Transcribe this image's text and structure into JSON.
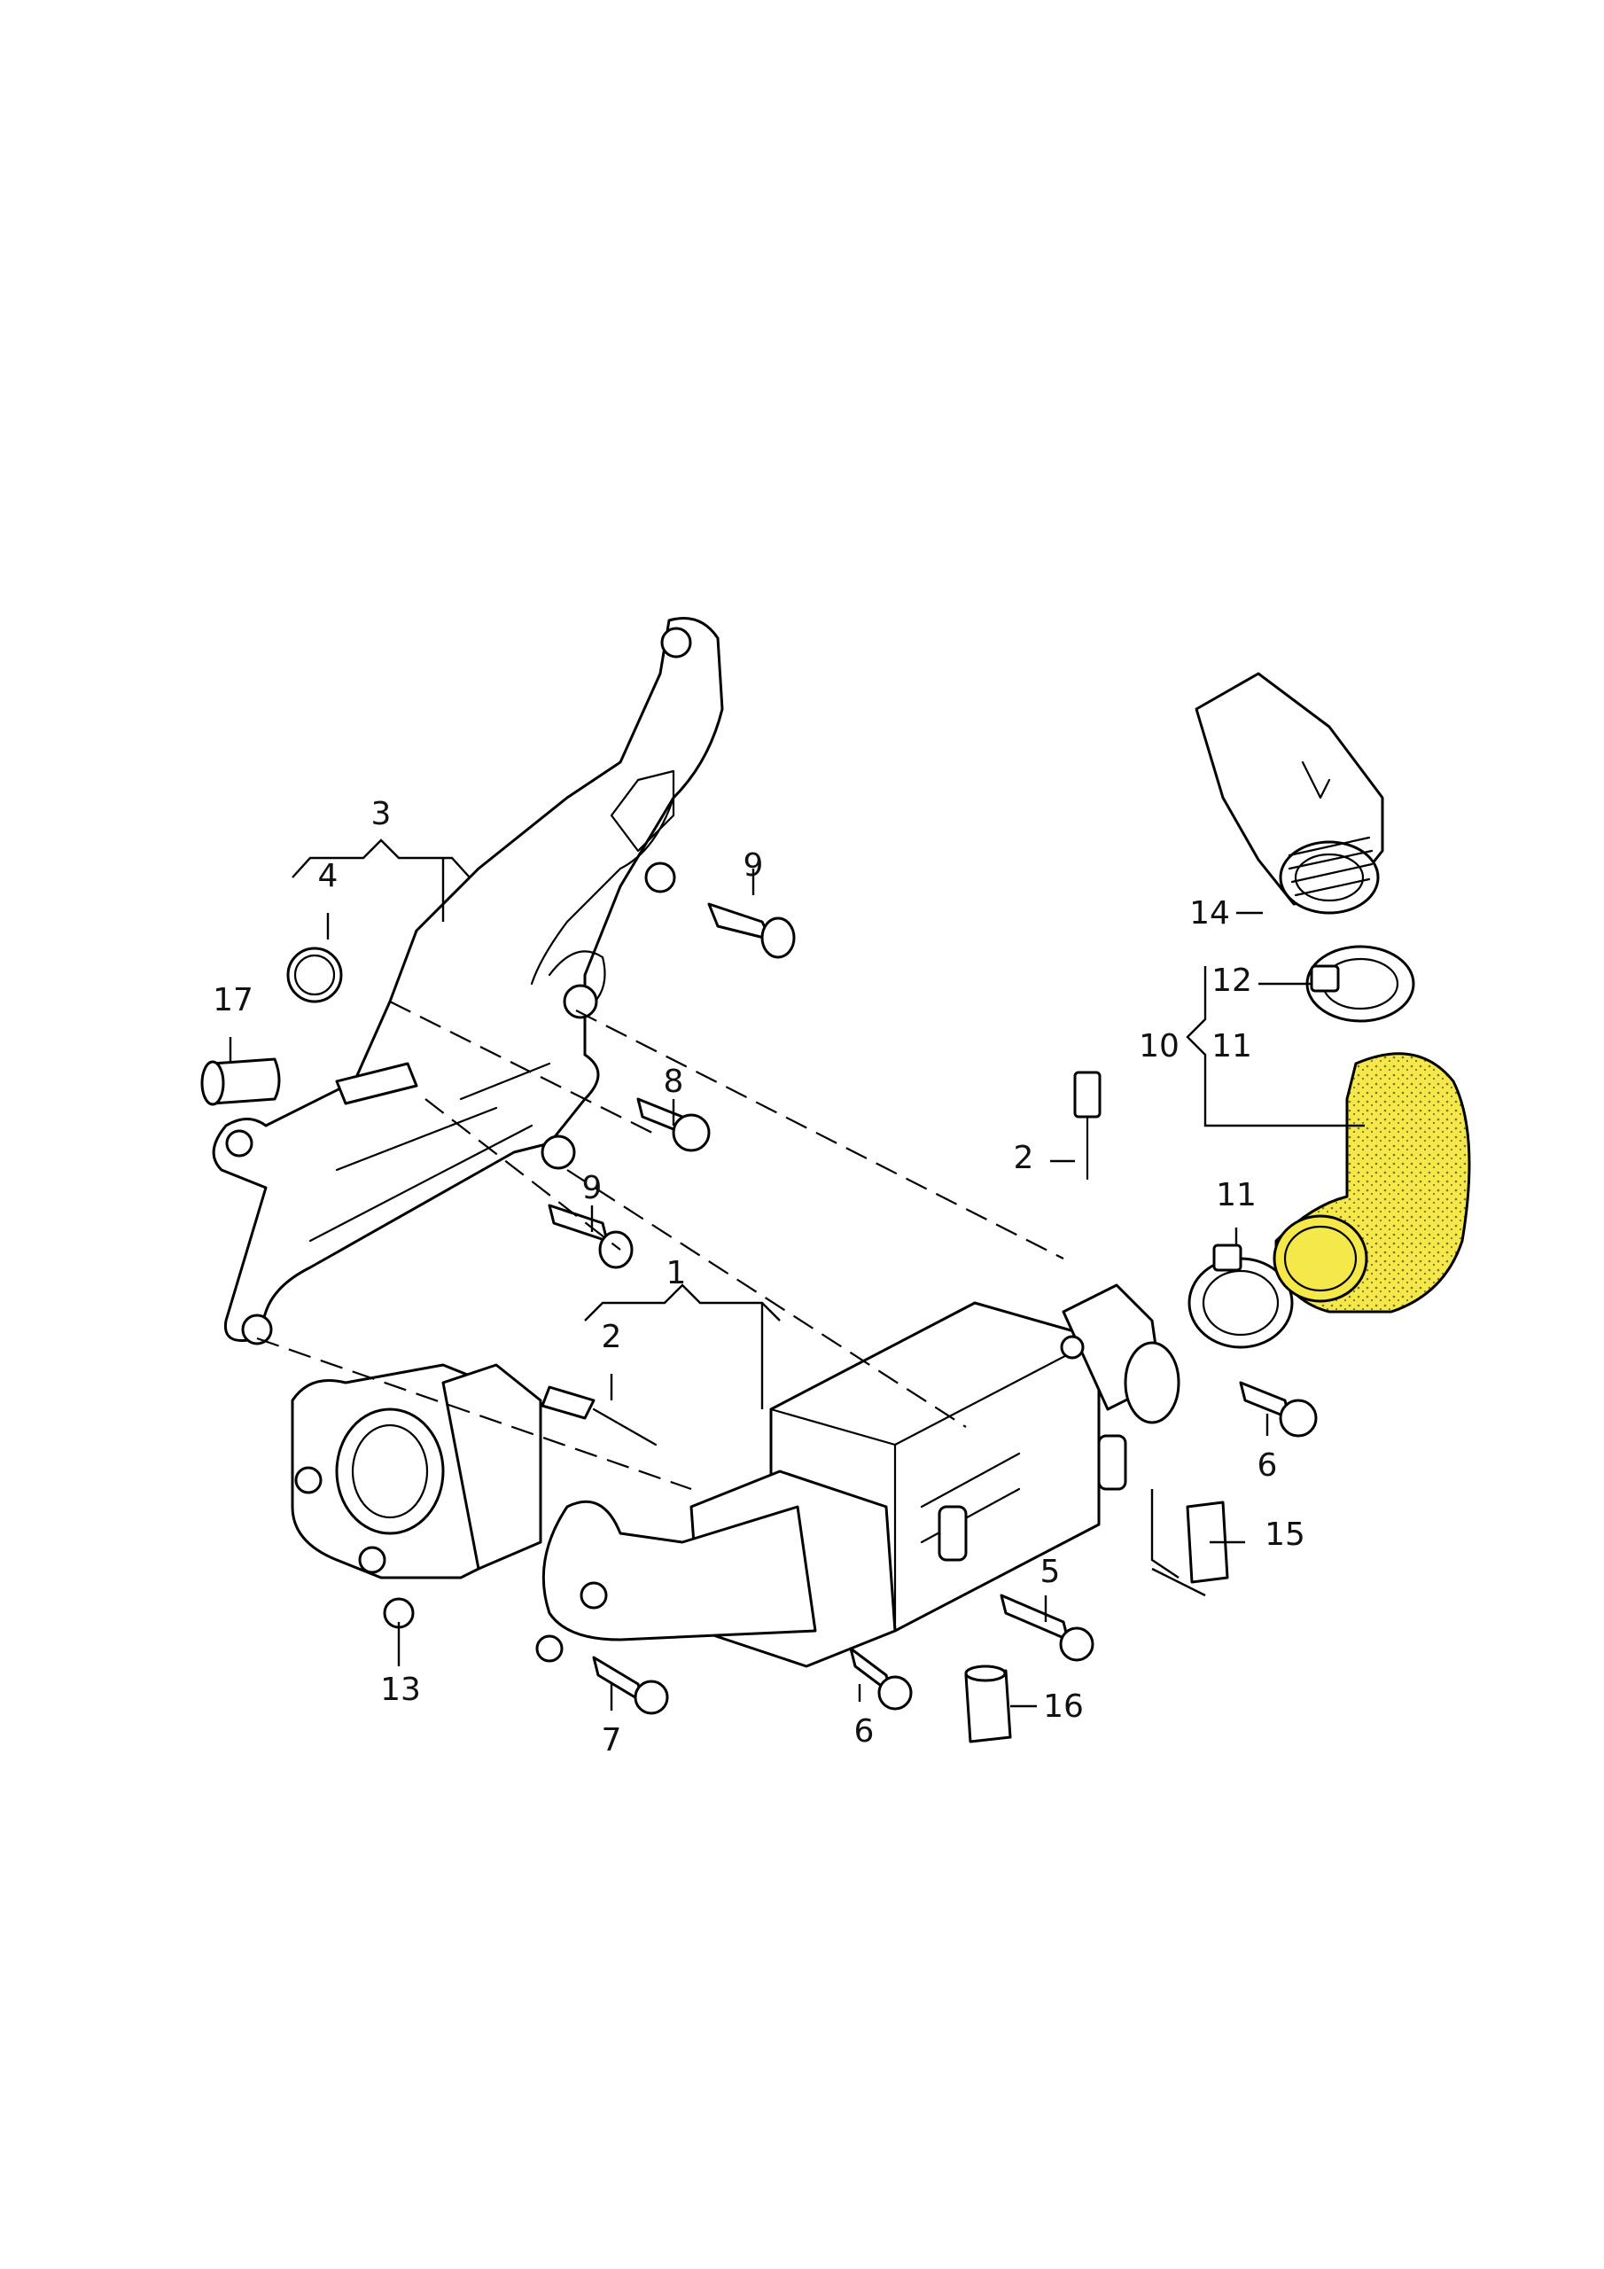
{
  "diagram": {
    "highlight_color": "#f5e84a",
    "line_color": "#000000",
    "callouts": [
      {
        "id": "c1",
        "text": "1"
      },
      {
        "id": "c2a",
        "text": "2"
      },
      {
        "id": "c2b",
        "text": "2"
      },
      {
        "id": "c3",
        "text": "3"
      },
      {
        "id": "c4",
        "text": "4"
      },
      {
        "id": "c5",
        "text": "5"
      },
      {
        "id": "c6a",
        "text": "6"
      },
      {
        "id": "c6b",
        "text": "6"
      },
      {
        "id": "c7",
        "text": "7"
      },
      {
        "id": "c8",
        "text": "8"
      },
      {
        "id": "c9a",
        "text": "9"
      },
      {
        "id": "c9b",
        "text": "9"
      },
      {
        "id": "c10",
        "text": "10"
      },
      {
        "id": "c11a",
        "text": "11"
      },
      {
        "id": "c11b",
        "text": "11"
      },
      {
        "id": "c12",
        "text": "12"
      },
      {
        "id": "c13",
        "text": "13"
      },
      {
        "id": "c14",
        "text": "14"
      },
      {
        "id": "c15",
        "text": "15"
      },
      {
        "id": "c16",
        "text": "16"
      },
      {
        "id": "c17",
        "text": "17"
      }
    ]
  }
}
